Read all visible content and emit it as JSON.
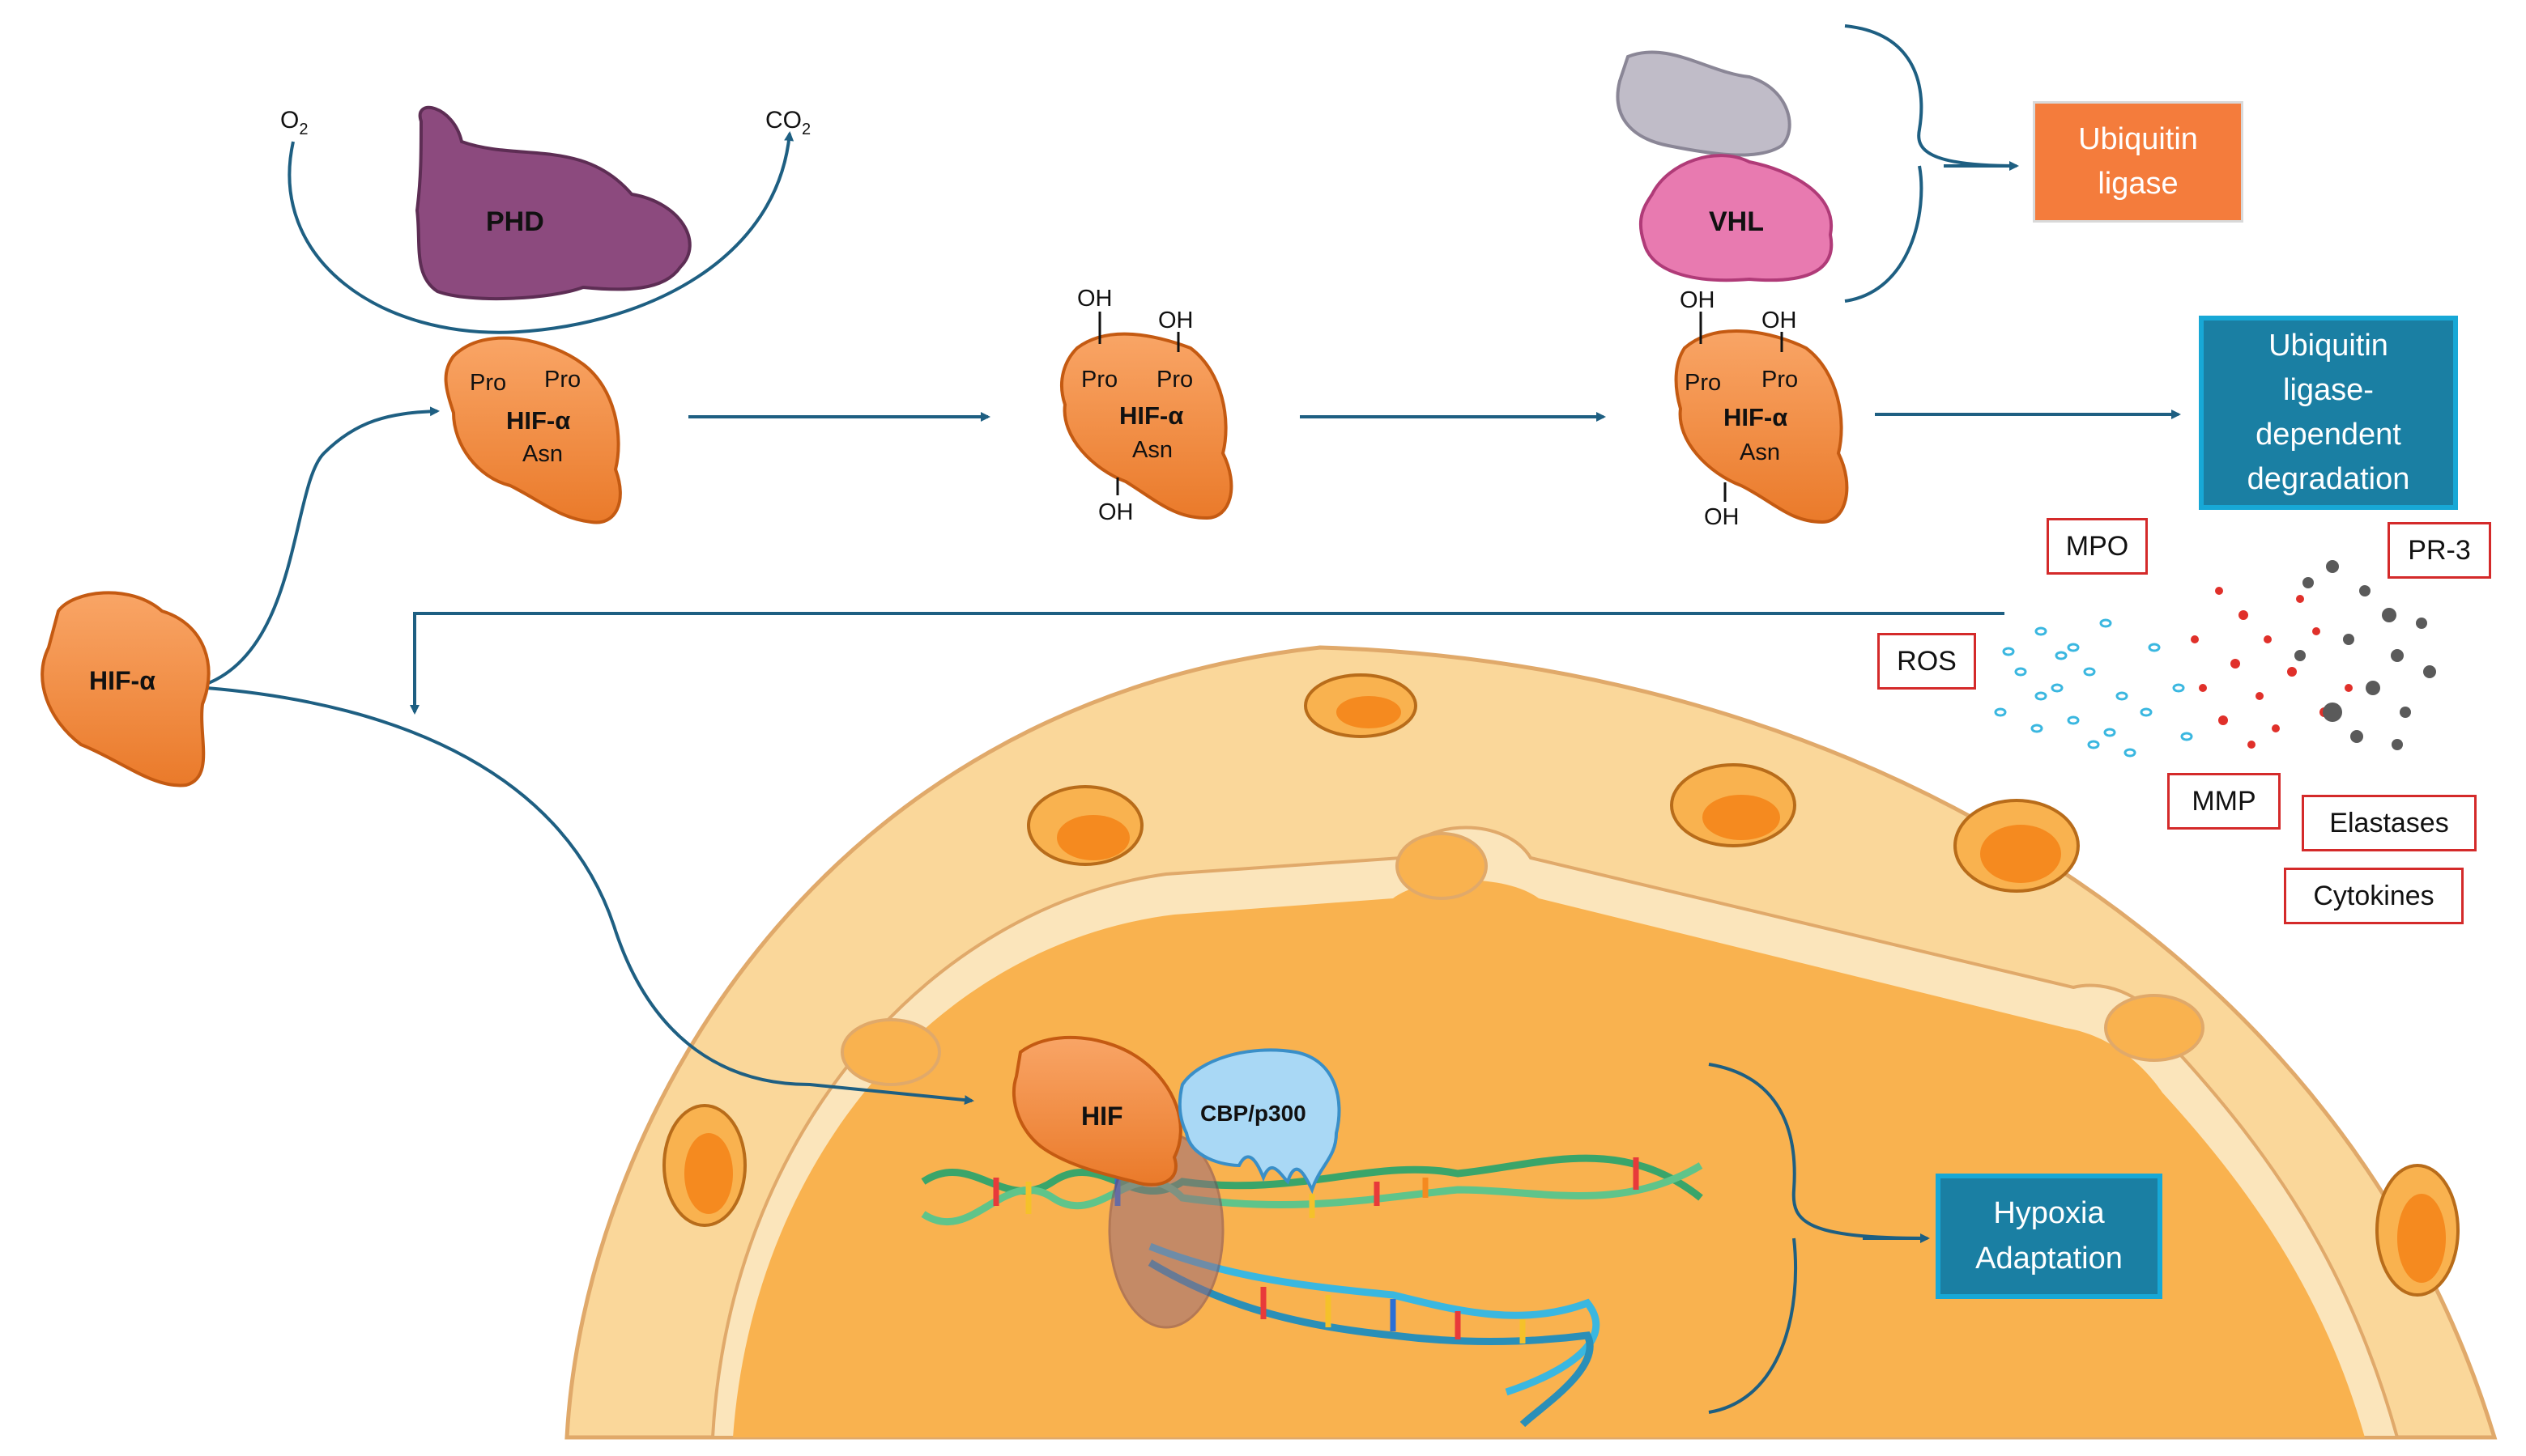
{
  "enzymes": {
    "phd": "PHD",
    "vhl": "VHL",
    "cbp_p300": "CBP/p300"
  },
  "cosubstrates": {
    "o2": "O",
    "o2_sub": "2",
    "co2": "CO",
    "co2_sub": "2"
  },
  "hif": {
    "free": "HIF-α",
    "nuclear": "HIF",
    "complex_label": "HIF-α",
    "pro": "Pro",
    "asn": "Asn",
    "oh": "OH"
  },
  "outcomes": {
    "ubiquitin_ligase": "Ubiquitin ligase",
    "degradation": "Ubiquitin ligase-dependent degradation",
    "hypoxia_adaptation": "Hypoxia Adaptation"
  },
  "mediators": {
    "mpo": "MPO",
    "pr3": "PR-3",
    "ros": "ROS",
    "mmp": "MMP",
    "elastases": "Elastases",
    "cytokines": "Cytokines"
  },
  "colors": {
    "arrow": "#1e5f82",
    "hif_protein": "#f08a3c",
    "phd_protein": "#8c4a7e",
    "vhl_protein": "#e87ab0",
    "ubiquitin_ligase_box": "#f47c3c",
    "degradation_box": "#1a7fa3",
    "hypoxia_box": "#1a7fa3",
    "mediator_border": "#d42a2a",
    "cell_outer": "#fad79a",
    "nucleus": "#f9b24f"
  }
}
